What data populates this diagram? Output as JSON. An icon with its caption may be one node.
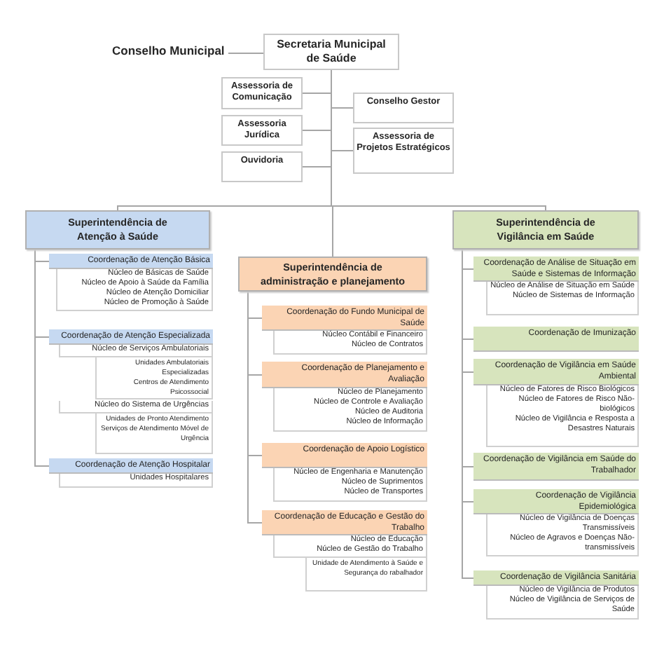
{
  "diagram": {
    "nodes": [
      {
        "text": [
          "Conselho Municipal"
        ]
      },
      {
        "text": [
          "Secretaria Municipal de Saúde"
        ]
      },
      {
        "text": [
          "Assessoria de Comunicação"
        ]
      },
      {
        "text": [
          "Conselho Gestor"
        ]
      },
      {
        "text": [
          "Assessoria Jurídica"
        ]
      },
      {
        "text": [
          "Assessoria de Projetos Estratégicos"
        ]
      },
      {
        "text": [
          "Ouvidoria"
        ]
      },
      {
        "text": [
          "Superintendência de Atenção à Saúde"
        ]
      },
      {
        "text": [
          "Coordenação de Atenção Básica"
        ]
      },
      {
        "text": [
          "Núcleo de Básicas de Saúde",
          "Núcleo de Apoio à Saúde da Família",
          "Núcleo de Atenção Domiciliar",
          "Núcleo de Promoção à Saúde"
        ]
      },
      {
        "text": [
          "Coordenação de Atenção Especializada"
        ]
      },
      {
        "text": [
          "Núcleo de Serviços Ambulatoriais"
        ]
      },
      {
        "text": [
          "Unidades Ambulatoriais Especializadas",
          "Centros de Atendimento Psicossocial"
        ]
      },
      {
        "text": [
          "Núcleo do Sistema de Urgências"
        ]
      },
      {
        "text": [
          "Unidades de Pronto Atendimento",
          "Serviços de Atendimento Móvel de Urgência"
        ]
      },
      {
        "text": [
          "Coordenação de Atenção Hospitalar"
        ]
      },
      {
        "text": [
          "Unidades Hospitalares"
        ]
      },
      {
        "text": [
          "Superintendência de administração e planejamento"
        ]
      },
      {
        "text": [
          "Coordenação do Fundo Municipal de Saúde"
        ]
      },
      {
        "text": [
          "Núcleo Contábil e Financeiro",
          "Núcleo de Contratos"
        ]
      },
      {
        "text": [
          "Coordenação de Planejamento e Avaliação"
        ]
      },
      {
        "text": [
          "Núcleo de Planejamento",
          "Núcleo de Controle e Avaliação",
          "Núcleo de Auditoria",
          "Núcleo de Informação"
        ]
      },
      {
        "text": [
          "Coordenação de Apoio Logístico"
        ]
      },
      {
        "text": [
          "Núcleo de Engenharia e Manutenção",
          "Núcleo de Suprimentos",
          "Núcleo de Transportes"
        ]
      },
      {
        "text": [
          "Coordenação de Educação e Gestão do Trabalho"
        ]
      },
      {
        "text": [
          "Núcleo de Educação",
          "Núcleo de Gestão do Trabalho"
        ]
      },
      {
        "text": [
          "Unidade de Atendimento à Saúde e Segurança do rabalhador"
        ]
      },
      {
        "text": [
          "Superintendência de Vigilância em Saúde"
        ]
      },
      {
        "text": [
          "Coordenação de Análise de Situação em Saúde e Sistemas de Informação"
        ]
      },
      {
        "text": [
          "Núcleo de Análise de Situação em Saúde",
          "Núcleo de Sistemas de Informação"
        ]
      },
      {
        "text": [
          "Coordenação de Imunização"
        ]
      },
      {
        "text": [
          "Coordenação de Vigilância em Saúde Ambiental"
        ]
      },
      {
        "text": [
          "Núcleo de Fatores de Risco Biológicos",
          "Núcleo de Fatores de Risco Não-biológicos",
          "Núcleo de Vigilância e Resposta a Desastres Naturais"
        ]
      },
      {
        "text": [
          "Coordenação de Vigilância em Saúde do Trabalhador"
        ]
      },
      {
        "text": [
          "Coordenação de Vigilância Epidemiológica"
        ]
      },
      {
        "text": [
          "Núcleo de Vigilância de Doenças Transmissíveis",
          "Núcleo de Agravos e Doenças Não-transmissíveis"
        ]
      },
      {
        "text": [
          "Coordenação de Vigilância Sanitária"
        ]
      },
      {
        "text": [
          "Núcleo de Vigilância de Produtos",
          "Núcleo de Vigilância de Serviços de Saúde"
        ]
      }
    ],
    "edges": [
      {
        "from": 0,
        "to": 1,
        "arrow": "none"
      },
      {
        "from": 1,
        "to": 2,
        "arrow": "none"
      },
      {
        "from": 1,
        "to": 3,
        "arrow": "none"
      },
      {
        "from": 1,
        "to": 4,
        "arrow": "none"
      },
      {
        "from": 1,
        "to": 5,
        "arrow": "none"
      },
      {
        "from": 1,
        "to": 6,
        "arrow": "none"
      },
      {
        "from": 1,
        "to": 7,
        "arrow": "none"
      },
      {
        "from": 1,
        "to": 17,
        "arrow": "none"
      },
      {
        "from": 1,
        "to": 27,
        "arrow": "none"
      },
      {
        "from": 7,
        "to": 8,
        "arrow": "none"
      },
      {
        "from": 7,
        "to": 10,
        "arrow": "none"
      },
      {
        "from": 7,
        "to": 15,
        "arrow": "none"
      },
      {
        "from": 17,
        "to": 18,
        "arrow": "none"
      },
      {
        "from": 17,
        "to": 20,
        "arrow": "none"
      },
      {
        "from": 17,
        "to": 22,
        "arrow": "none"
      },
      {
        "from": 17,
        "to": 24,
        "arrow": "none"
      },
      {
        "from": 27,
        "to": 28,
        "arrow": "none"
      },
      {
        "from": 27,
        "to": 30,
        "arrow": "none"
      },
      {
        "from": 27,
        "to": 31,
        "arrow": "none"
      },
      {
        "from": 27,
        "to": 33,
        "arrow": "none"
      },
      {
        "from": 27,
        "to": 34,
        "arrow": "none"
      },
      {
        "from": 27,
        "to": 36,
        "arrow": "none"
      }
    ]
  }
}
